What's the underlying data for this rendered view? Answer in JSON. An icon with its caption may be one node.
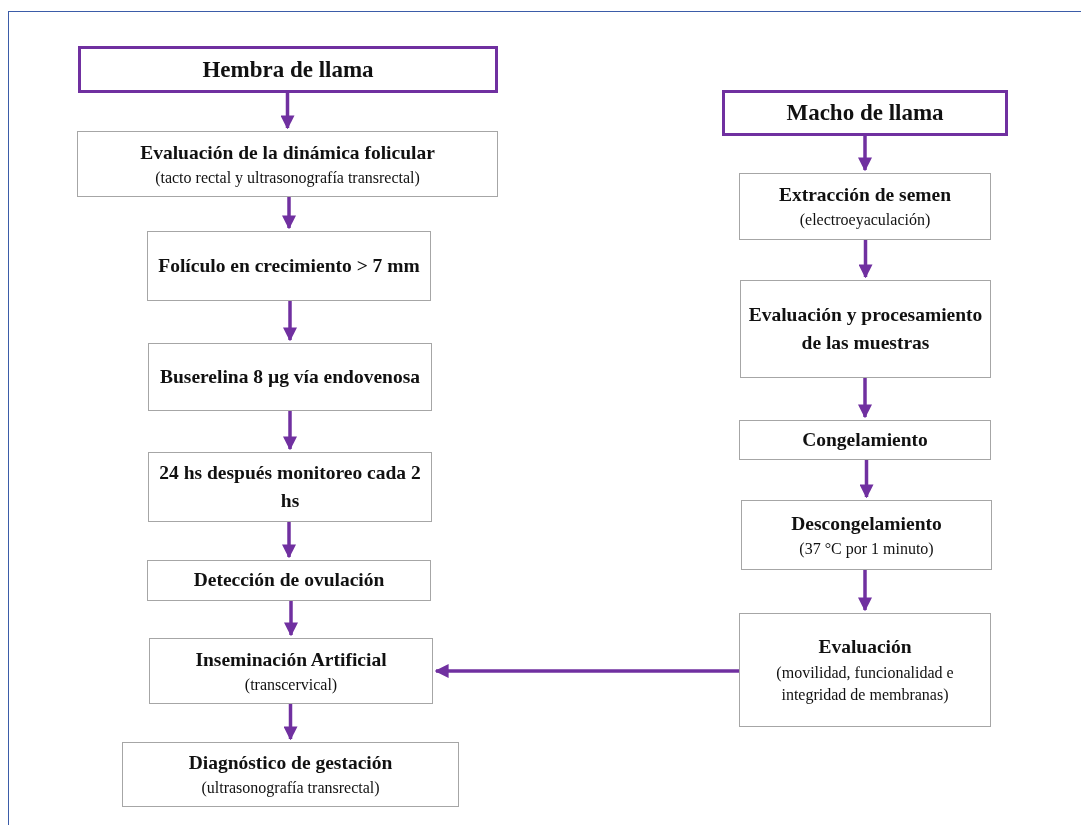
{
  "diagram": {
    "nodes": [
      {
        "text": [
          "Hembra de llama"
        ]
      },
      {
        "text": [
          "Evaluación de la dinámica folicular",
          "(tacto rectal y ultrasonografía transrectal)"
        ]
      },
      {
        "text": [
          "Folículo en crecimiento > 7 mm"
        ]
      },
      {
        "text": [
          "Buserelina 8 µg vía endovenosa"
        ]
      },
      {
        "text": [
          "24 hs después monitoreo cada 2 hs"
        ]
      },
      {
        "text": [
          "Detección de ovulación"
        ]
      },
      {
        "text": [
          "Inseminación Artificial",
          "(transcervical)"
        ]
      },
      {
        "text": [
          "Diagnóstico de gestación",
          "(ultrasonografía transrectal)"
        ]
      },
      {
        "text": [
          "Macho de llama"
        ]
      },
      {
        "text": [
          "Extracción de semen",
          "(electroeyaculación)"
        ]
      },
      {
        "text": [
          "Evaluación y procesamiento de las muestras"
        ]
      },
      {
        "text": [
          "Congelamiento"
        ]
      },
      {
        "text": [
          "Descongelamiento",
          "(37 °C por 1 minuto)"
        ]
      },
      {
        "text": [
          "Evaluación",
          "(movilidad, funcionalidad e integridad de membranas)"
        ]
      }
    ],
    "edges": [
      {
        "from": 0,
        "to": 1,
        "arrow": "to"
      },
      {
        "from": 1,
        "to": 2,
        "arrow": "to"
      },
      {
        "from": 2,
        "to": 3,
        "arrow": "to"
      },
      {
        "from": 3,
        "to": 4,
        "arrow": "to"
      },
      {
        "from": 4,
        "to": 5,
        "arrow": "to"
      },
      {
        "from": 5,
        "to": 6,
        "arrow": "to"
      },
      {
        "from": 6,
        "to": 7,
        "arrow": "to"
      },
      {
        "from": 8,
        "to": 9,
        "arrow": "to"
      },
      {
        "from": 9,
        "to": 10,
        "arrow": "to"
      },
      {
        "from": 10,
        "to": 11,
        "arrow": "to"
      },
      {
        "from": 11,
        "to": 12,
        "arrow": "to"
      },
      {
        "from": 12,
        "to": 13,
        "arrow": "to"
      },
      {
        "from": 13,
        "to": 6,
        "arrow": "to"
      }
    ]
  }
}
